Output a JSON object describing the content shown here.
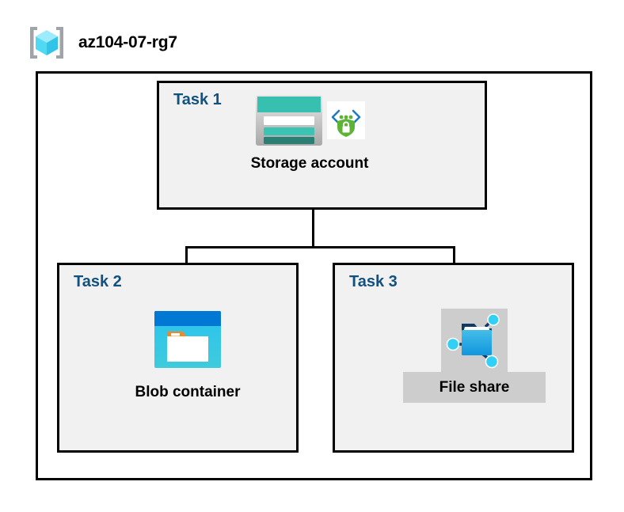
{
  "header": {
    "title": "az104-07-rg7",
    "icon": "resource-group-cube-icon"
  },
  "boundary": {
    "name": "resource-group-boundary"
  },
  "tasks": [
    {
      "label": "Task 1",
      "node": {
        "caption": "Storage account",
        "icons": [
          "storage-account-icon",
          "secure-endpoint-shield-icon"
        ]
      }
    },
    {
      "label": "Task 2",
      "node": {
        "caption": "Blob container",
        "icons": [
          "blob-container-icon"
        ]
      }
    },
    {
      "label": "Task 3",
      "node": {
        "caption": "File share",
        "icons": [
          "file-share-icon"
        ],
        "highlighted": true
      }
    }
  ],
  "connectors": {
    "description": "Storage account branches down to Blob container and File share"
  },
  "colors": {
    "task_label": "#12517E",
    "box_fill": "#F1F1F1",
    "box_border": "#000000",
    "caption": "#000000",
    "highlight_band": "#CDCDCD",
    "azure_blue": "#0078D4",
    "storage_teal": "#37BFB0",
    "shield_green": "#5DB335",
    "cube_cyan": "#50E6FF"
  }
}
